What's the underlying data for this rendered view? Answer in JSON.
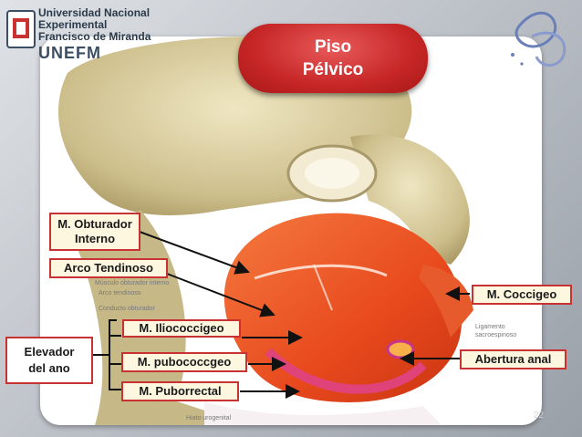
{
  "header": {
    "logo_lines": [
      "Universidad Nacional",
      "Experimental",
      "Francisco de Miranda",
      "UNEFM"
    ]
  },
  "title": {
    "line1": "Piso",
    "line2": "Pélvico"
  },
  "labels": {
    "obturador": {
      "line1": "M. Obturador",
      "line2": "Interno"
    },
    "arco": "Arco Tendinoso",
    "coccigeo": "M. Coccigeo",
    "iliococcigeo": "M. Iliococcigeo",
    "pubococcigeo": "M. pubococcgeo",
    "puborrectal": "M. Puborrectal",
    "abertura": "Abertura anal",
    "elevador": {
      "line1": "Elevador",
      "line2": "del ano"
    }
  },
  "image_small_labels": {
    "obturador_es": "Músculo obturador interno",
    "arco_es": "Arco tendinoso",
    "conducto": "Conducto obturador",
    "ligamento": "Ligamento",
    "sacroespinoso": "sacroespinoso",
    "hiato": "Hiato urogenital"
  },
  "page_number": "22",
  "colors": {
    "accent": "#c83232",
    "muscle": "#ef5a2a",
    "bone": "#d9cfa4",
    "label_bg": "#fdf7e0"
  }
}
